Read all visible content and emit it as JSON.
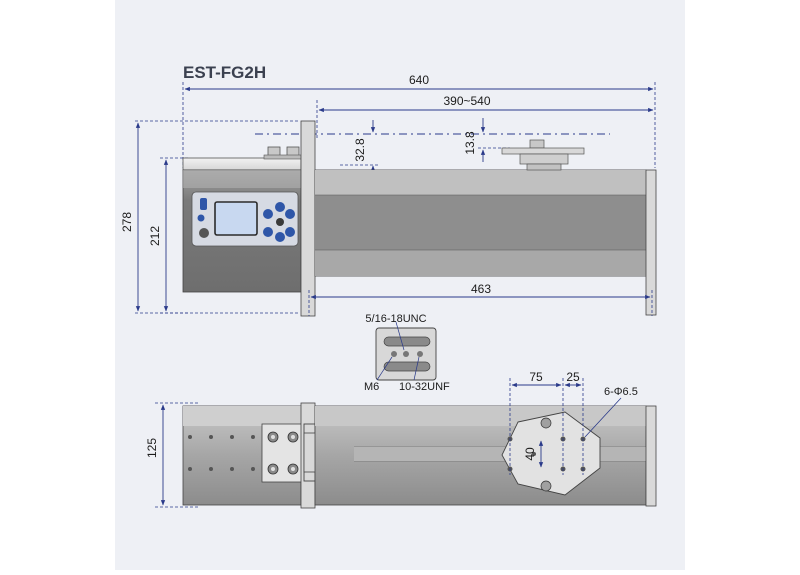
{
  "title": "EST-FG2H",
  "top_view": {
    "dimensions": {
      "overall_length": "640",
      "stroke_range": "390~540",
      "height_total": "278",
      "height_body": "212",
      "offset_left": "32.8",
      "offset_right": "13.8",
      "inner_length": "463"
    }
  },
  "detail_view": {
    "thread_top": "5/16-18UNC",
    "thread_left": "M6",
    "thread_right": "10-32UNF"
  },
  "bottom_view": {
    "dimensions": {
      "width": "125",
      "spacing_a": "75",
      "spacing_b": "25",
      "holes": "6-Φ6.5",
      "spacing_c": "40"
    }
  },
  "colors": {
    "panel_bg": "#eef0f5",
    "dim_line": "#2a3a8a",
    "text": "#1c1c1c",
    "title": "#3b4150",
    "body_gray": "#8a8a8a",
    "body_dark": "#5e5e5e",
    "screen": "#c8d8f0",
    "button_blue": "#2f56a8"
  }
}
